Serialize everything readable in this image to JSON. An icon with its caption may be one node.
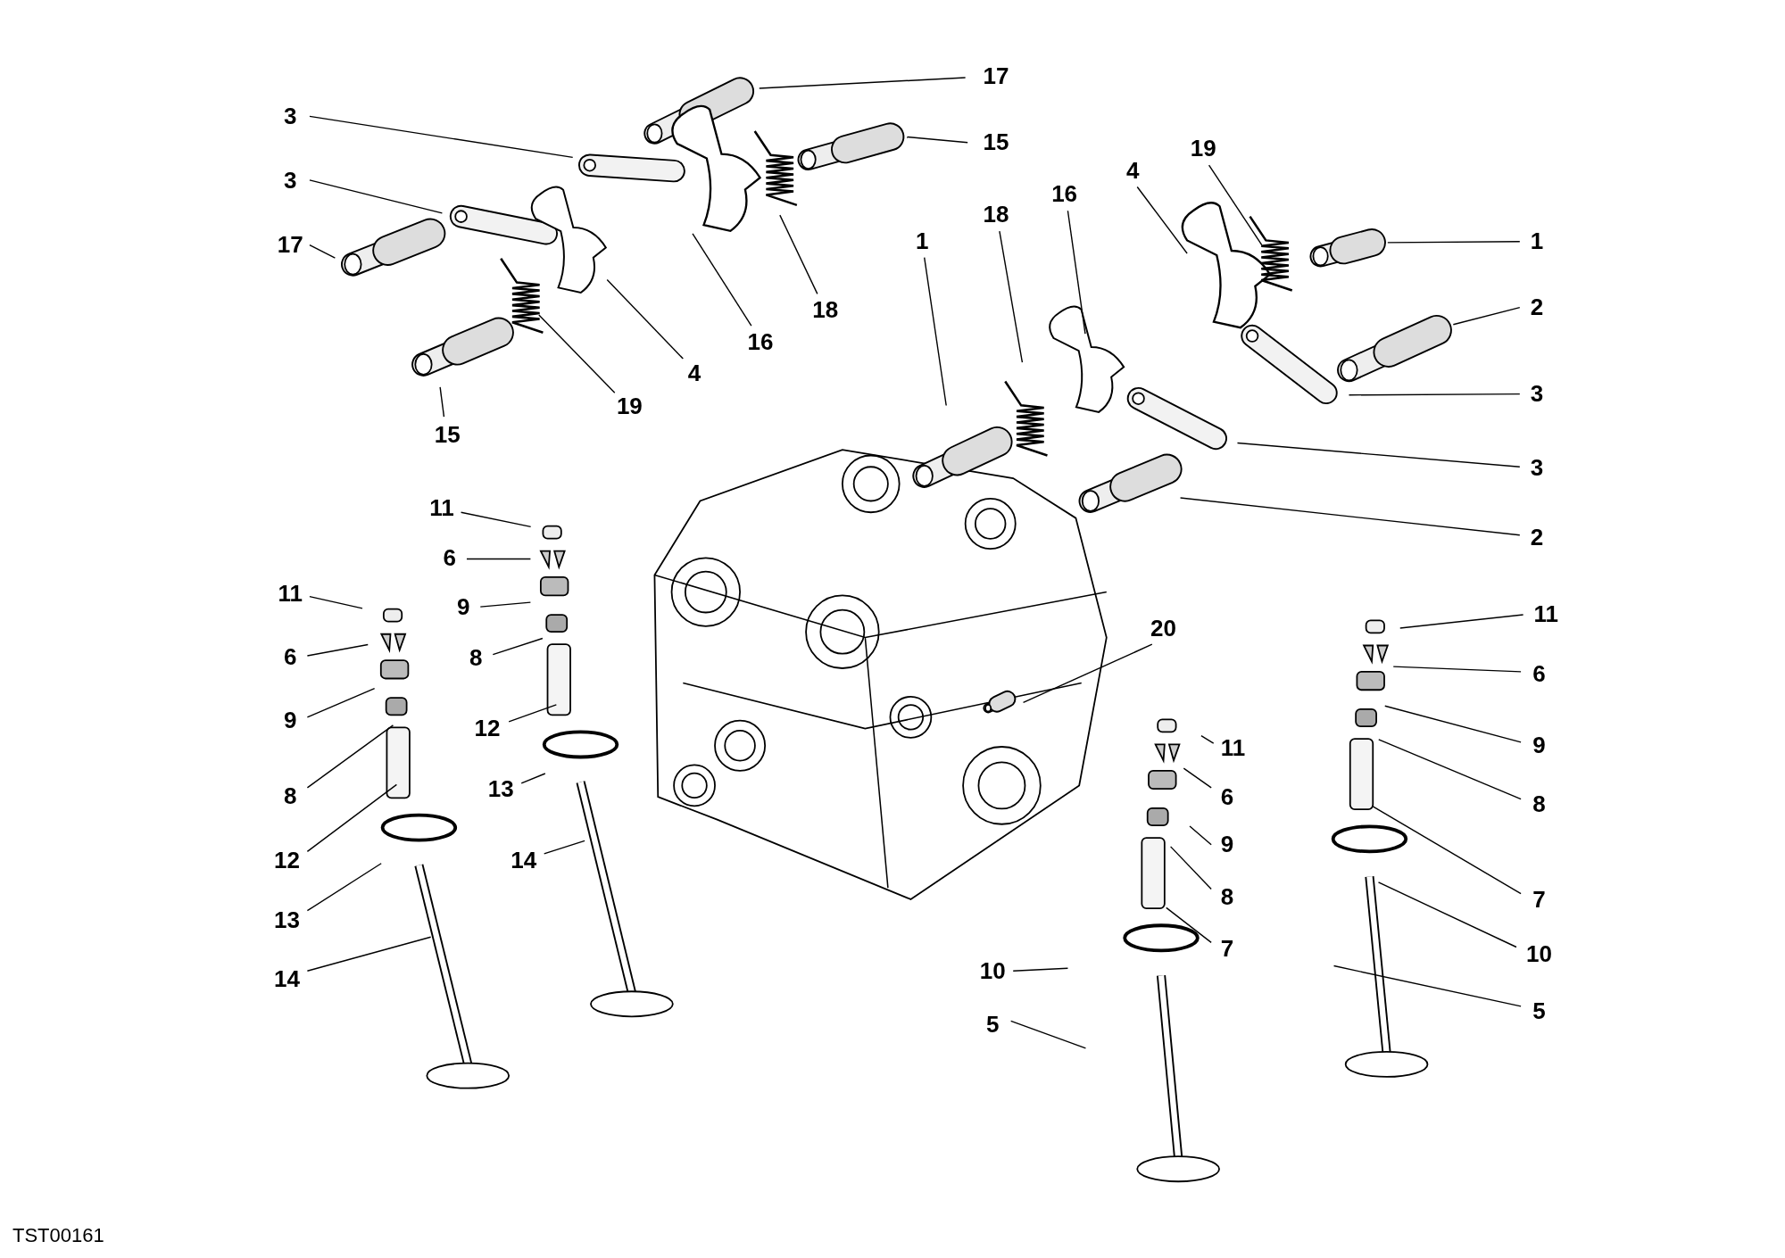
{
  "diagram": {
    "nodes": [
      {
        "text": [
          "17"
        ]
      },
      {
        "text": [
          "3"
        ]
      },
      {
        "text": [
          "15"
        ]
      },
      {
        "text": [
          "3"
        ]
      },
      {
        "text": [
          "17"
        ]
      },
      {
        "text": [
          "19"
        ]
      },
      {
        "text": [
          "4"
        ]
      },
      {
        "text": [
          "16"
        ]
      },
      {
        "text": [
          "18"
        ]
      },
      {
        "text": [
          "1"
        ]
      },
      {
        "text": [
          "1"
        ]
      },
      {
        "text": [
          "2"
        ]
      },
      {
        "text": [
          "16"
        ]
      },
      {
        "text": [
          "18"
        ]
      },
      {
        "text": [
          "4"
        ]
      },
      {
        "text": [
          "19"
        ]
      },
      {
        "text": [
          "15"
        ]
      },
      {
        "text": [
          "3"
        ]
      },
      {
        "text": [
          "3"
        ]
      },
      {
        "text": [
          "2"
        ]
      },
      {
        "text": [
          "11"
        ]
      },
      {
        "text": [
          "6"
        ]
      },
      {
        "text": [
          "11"
        ]
      },
      {
        "text": [
          "9"
        ]
      },
      {
        "text": [
          "6"
        ]
      },
      {
        "text": [
          "8"
        ]
      },
      {
        "text": [
          "12"
        ]
      },
      {
        "text": [
          "9"
        ]
      },
      {
        "text": [
          "13"
        ]
      },
      {
        "text": [
          "8"
        ]
      },
      {
        "text": [
          "14"
        ]
      },
      {
        "text": [
          "12"
        ]
      },
      {
        "text": [
          "13"
        ]
      },
      {
        "text": [
          "14"
        ]
      },
      {
        "text": [
          "20"
        ]
      },
      {
        "text": [
          "11"
        ]
      },
      {
        "text": [
          "6"
        ]
      },
      {
        "text": [
          "9"
        ]
      },
      {
        "text": [
          "8"
        ]
      },
      {
        "text": [
          "7"
        ]
      },
      {
        "text": [
          "10"
        ]
      },
      {
        "text": [
          "5"
        ]
      },
      {
        "text": [
          "11"
        ]
      },
      {
        "text": [
          "6"
        ]
      },
      {
        "text": [
          "9"
        ]
      },
      {
        "text": [
          "8"
        ]
      },
      {
        "text": [
          "7"
        ]
      },
      {
        "text": [
          "10"
        ]
      },
      {
        "text": [
          "5"
        ]
      }
    ],
    "edges": [
      {
        "from": 0,
        "to": null,
        "arrow": "none"
      },
      {
        "from": 1,
        "to": null,
        "arrow": "none"
      },
      {
        "from": 2,
        "to": null,
        "arrow": "none"
      },
      {
        "from": 3,
        "to": null,
        "arrow": "none"
      },
      {
        "from": 4,
        "to": null,
        "arrow": "none"
      },
      {
        "from": 5,
        "to": null,
        "arrow": "none"
      },
      {
        "from": 6,
        "to": null,
        "arrow": "none"
      },
      {
        "from": 7,
        "to": null,
        "arrow": "none"
      },
      {
        "from": 8,
        "to": null,
        "arrow": "none"
      },
      {
        "from": 9,
        "to": null,
        "arrow": "none"
      },
      {
        "from": 10,
        "to": null,
        "arrow": "none"
      },
      {
        "from": 11,
        "to": null,
        "arrow": "none"
      },
      {
        "from": 12,
        "to": null,
        "arrow": "none"
      },
      {
        "from": 13,
        "to": null,
        "arrow": "none"
      },
      {
        "from": 14,
        "to": null,
        "arrow": "none"
      },
      {
        "from": 15,
        "to": null,
        "arrow": "none"
      },
      {
        "from": 16,
        "to": null,
        "arrow": "none"
      },
      {
        "from": 17,
        "to": null,
        "arrow": "none"
      },
      {
        "from": 18,
        "to": null,
        "arrow": "none"
      },
      {
        "from": 19,
        "to": null,
        "arrow": "none"
      },
      {
        "from": 20,
        "to": null,
        "arrow": "none"
      },
      {
        "from": 21,
        "to": null,
        "arrow": "none"
      },
      {
        "from": 22,
        "to": null,
        "arrow": "none"
      },
      {
        "from": 23,
        "to": null,
        "arrow": "none"
      },
      {
        "from": 24,
        "to": null,
        "arrow": "none"
      },
      {
        "from": 25,
        "to": null,
        "arrow": "none"
      },
      {
        "from": 26,
        "to": null,
        "arrow": "none"
      },
      {
        "from": 27,
        "to": null,
        "arrow": "none"
      },
      {
        "from": 28,
        "to": null,
        "arrow": "none"
      },
      {
        "from": 29,
        "to": null,
        "arrow": "none"
      },
      {
        "from": 30,
        "to": null,
        "arrow": "none"
      },
      {
        "from": 31,
        "to": null,
        "arrow": "none"
      },
      {
        "from": 32,
        "to": null,
        "arrow": "none"
      },
      {
        "from": 33,
        "to": null,
        "arrow": "none"
      },
      {
        "from": 34,
        "to": null,
        "arrow": "none"
      },
      {
        "from": 35,
        "to": null,
        "arrow": "none"
      },
      {
        "from": 36,
        "to": null,
        "arrow": "none"
      },
      {
        "from": 37,
        "to": null,
        "arrow": "none"
      },
      {
        "from": 38,
        "to": null,
        "arrow": "none"
      },
      {
        "from": 39,
        "to": null,
        "arrow": "none"
      },
      {
        "from": 40,
        "to": null,
        "arrow": "none"
      },
      {
        "from": 41,
        "to": null,
        "arrow": "none"
      },
      {
        "from": 42,
        "to": null,
        "arrow": "none"
      },
      {
        "from": 43,
        "to": null,
        "arrow": "none"
      },
      {
        "from": 44,
        "to": null,
        "arrow": "none"
      },
      {
        "from": 45,
        "to": null,
        "arrow": "none"
      },
      {
        "from": 46,
        "to": null,
        "arrow": "none"
      },
      {
        "from": 47,
        "to": null,
        "arrow": "none"
      },
      {
        "from": 48,
        "to": null,
        "arrow": "none"
      }
    ],
    "labels": [
      "TST00161"
    ]
  }
}
